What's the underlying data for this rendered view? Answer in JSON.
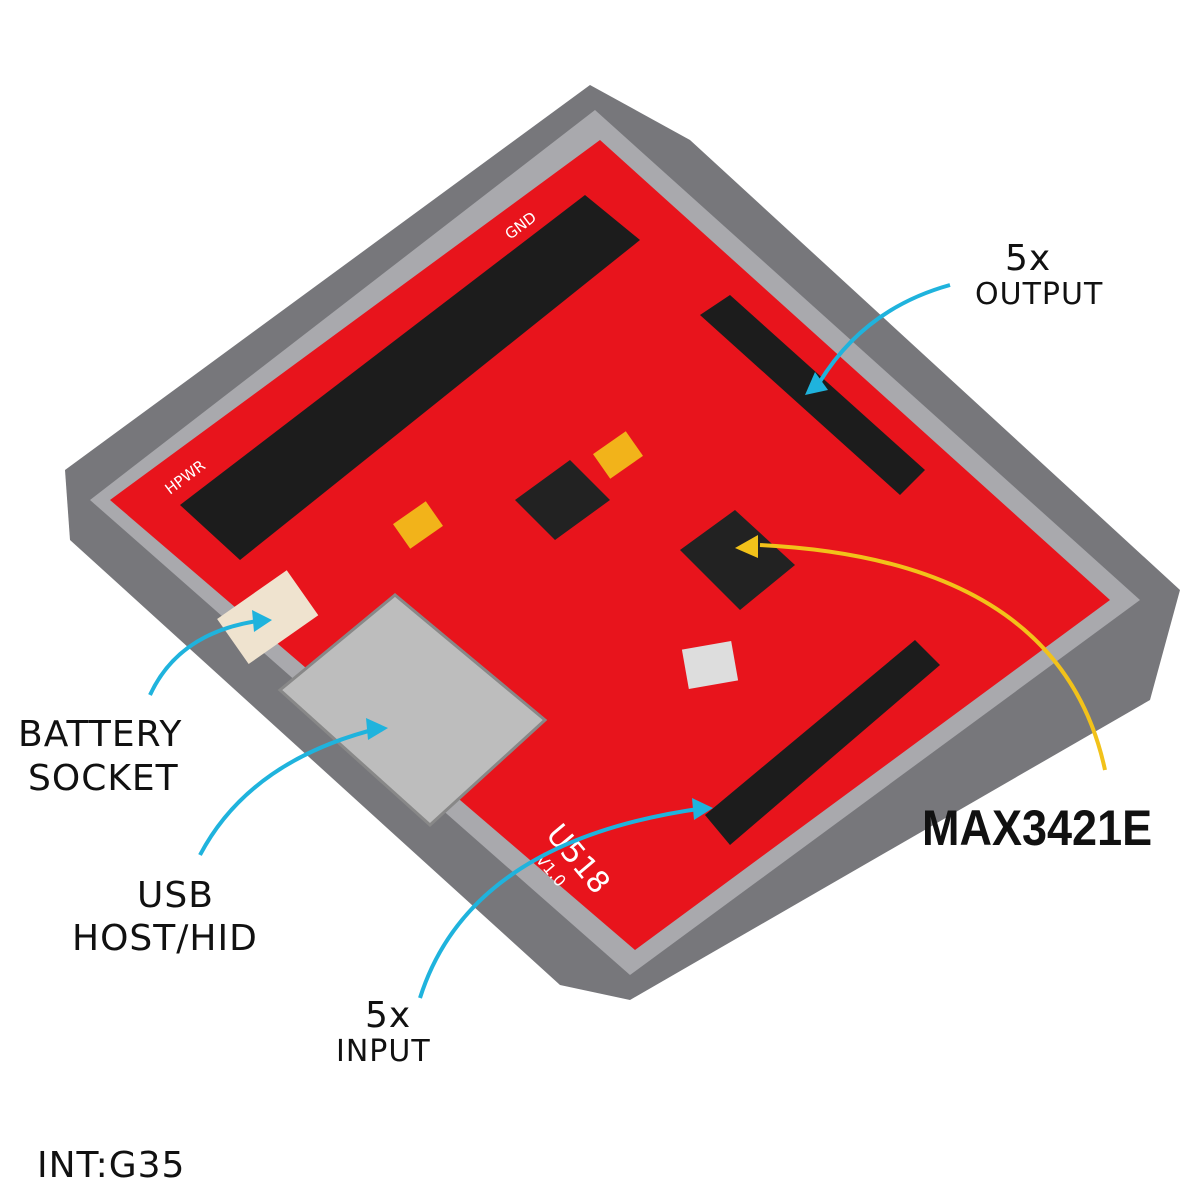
{
  "labels": {
    "output_count": "5x",
    "output": "OUTPUT",
    "battery_line1": "BATTERY",
    "battery_line2": "SOCKET",
    "usb_line1": "USB",
    "usb_line2": "HOST/HID",
    "input_count": "5x",
    "input": "INPUT",
    "chip": "MAX3421E",
    "interrupt": "INT:G35"
  },
  "board_silkscreen": {
    "hpwr": "HPWR",
    "gnd": "GND",
    "model": "U518",
    "version": "V1.0"
  },
  "colors": {
    "pcb": "#e8141c",
    "case": "#77777b",
    "arrow_blue": "#1fb3dd",
    "arrow_yellow": "#f2c21a"
  }
}
